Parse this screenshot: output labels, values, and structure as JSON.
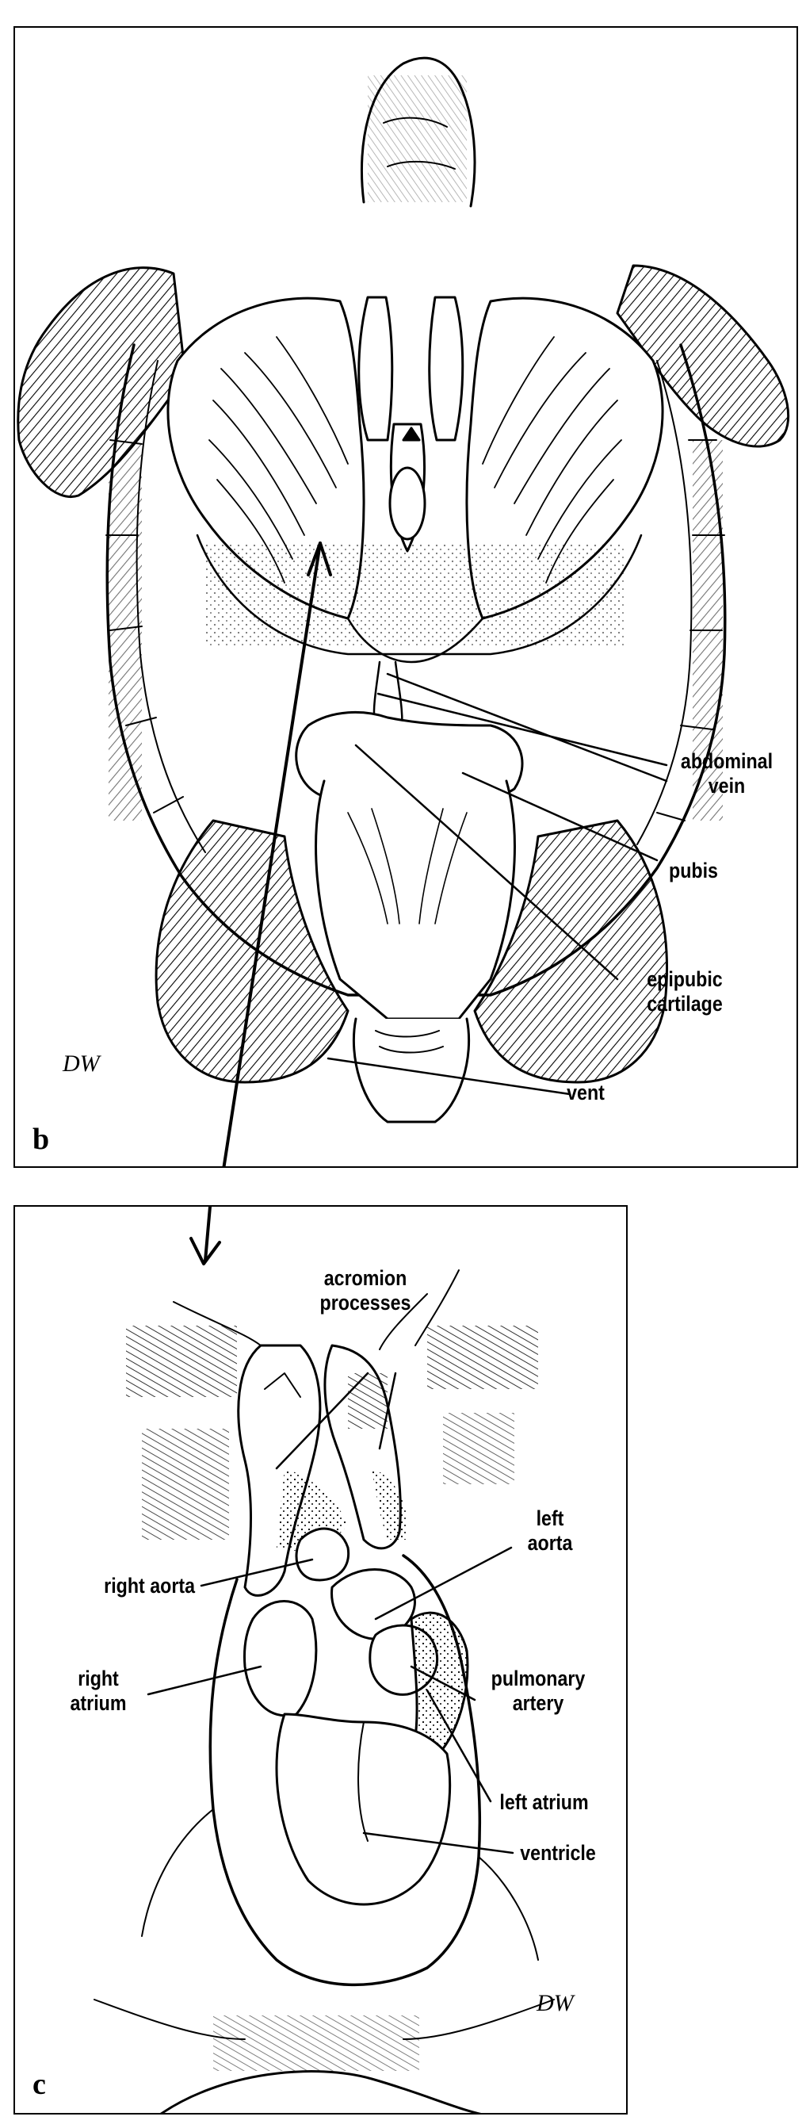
{
  "panel_b": {
    "letter": "b",
    "labels": {
      "abdominal_vein": [
        "abdominal",
        "vein"
      ],
      "pubis": "pubis",
      "epipubic_cartilage": [
        "epipubic",
        "cartilage"
      ],
      "vent": "vent"
    },
    "signature": "DW"
  },
  "panel_c": {
    "letter": "c",
    "labels": {
      "acromion_processes": [
        "acromion",
        "processes"
      ],
      "right_aorta": "right aorta",
      "left_aorta": [
        "left",
        "aorta"
      ],
      "right_atrium": [
        "right",
        "atrium"
      ],
      "pulmonary_artery": [
        "pulmonary",
        "artery"
      ],
      "left_atrium": "left atrium",
      "ventricle": "ventricle"
    },
    "signature": "DW"
  },
  "colors": {
    "ink": "#000000",
    "paper": "#ffffff"
  }
}
